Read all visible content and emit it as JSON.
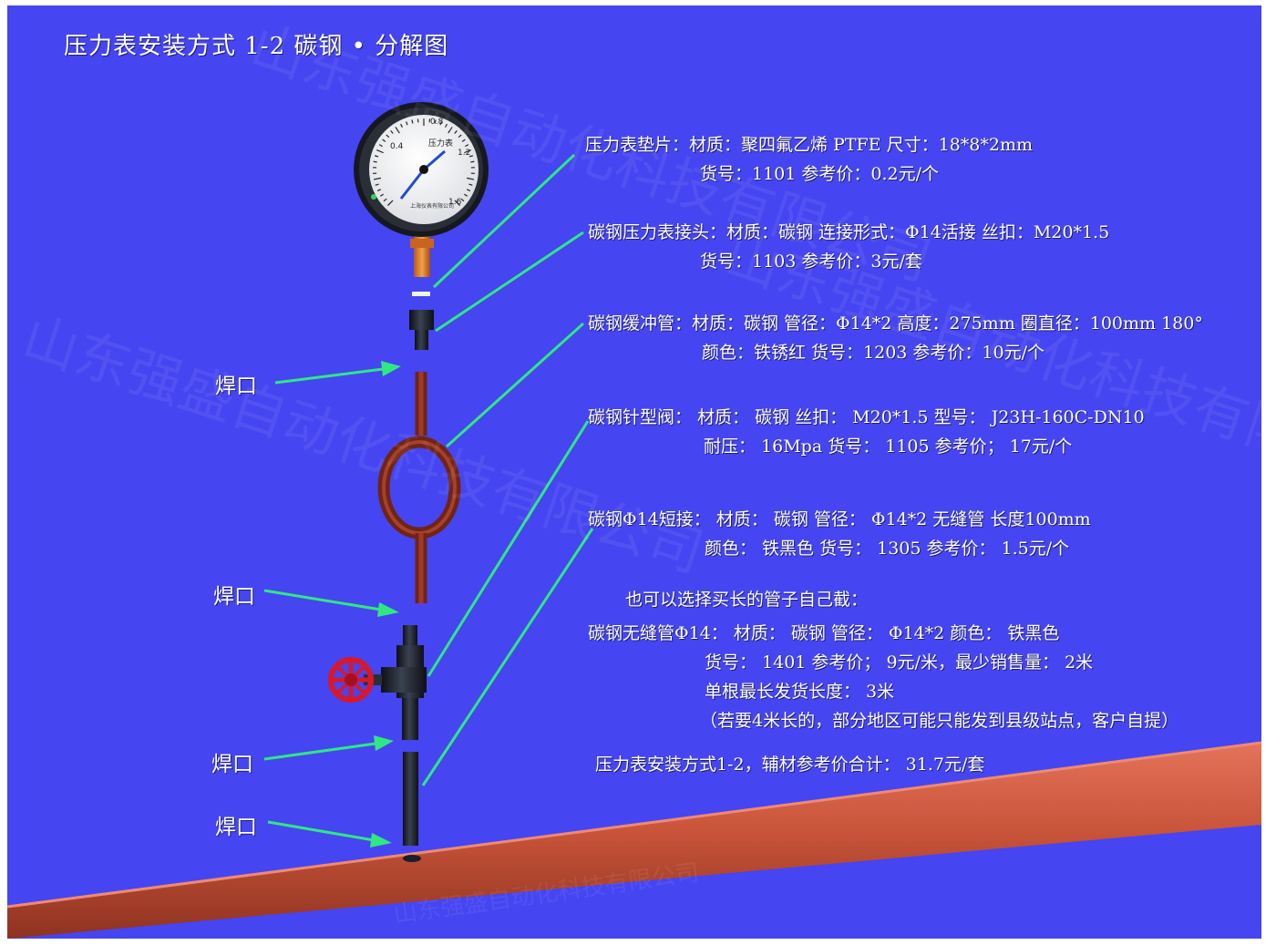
{
  "title": "压力表安装方式 1-2 碳钢 • 分解图",
  "watermark": "山东强盛自动化科技有限公司",
  "gauge": {
    "label": "压力表",
    "ticks": [
      "0.4",
      "0.8",
      "1.2",
      "1.6"
    ],
    "maker": "上海仪表有限公司"
  },
  "weld_label": "焊口",
  "specs": [
    {
      "lines": [
        "压力表垫片：材质：聚四氟乙烯 PTFE  尺寸：18*8*2mm",
        "货号：1101    参考价：0.2元/个"
      ]
    },
    {
      "lines": [
        "碳钢压力表接头：材质：碳钢   连接形式：Φ14活接  丝扣：M20*1.5",
        "货号：1103  参考价：3元/套"
      ]
    },
    {
      "lines": [
        "碳钢缓冲管：材质：碳钢  管径：Φ14*2  高度：275mm  圈直径：100mm  180°",
        "颜色：铁锈红    货号：1203  参考价：10元/个"
      ]
    },
    {
      "lines": [
        "碳钢针型阀：  材质：  碳钢  丝扣：  M20*1.5    型号：  J23H-160C-DN10",
        "耐压：  16Mpa    货号：  1105      参考价；  17元/个"
      ]
    },
    {
      "lines": [
        "碳钢Φ14短接：  材质：  碳钢  管径：  Φ14*2  无缝管  长度100mm",
        "颜色：  铁黑色      货号：  1305  参考价：  1.5元/个"
      ]
    },
    {
      "lines": [
        "也可以选择买长的管子自己截："
      ]
    },
    {
      "lines": [
        "碳钢无缝管Φ14：  材质：  碳钢  管径：  Φ14*2  颜色：  铁黑色",
        "货号：  1401      参考价；  9元/米，最少销售量：  2米",
        "单根最长发货长度：  3米",
        "（若要4米长的，部分地区可能只能发到县级站点，客户自提）"
      ]
    },
    {
      "lines": [
        "压力表安装方式1-2，辅材参考价合计：  31.7元/套"
      ]
    }
  ],
  "colors": {
    "background": "#4545f2",
    "pipe": "#c9543a",
    "buffer_tube": "#8a2c1c",
    "arrow": "#2fe882",
    "valve_handle": "#d8182a",
    "fittings": "#1a1f2a"
  }
}
